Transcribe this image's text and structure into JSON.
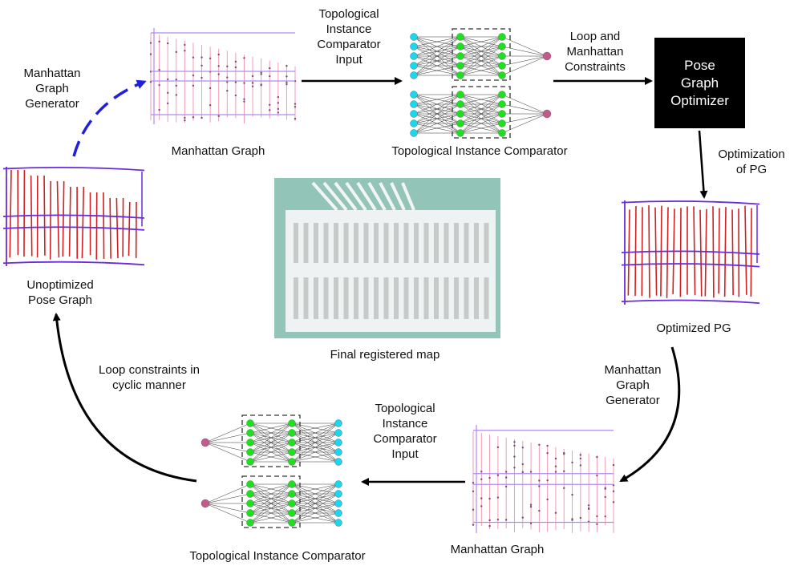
{
  "labels": {
    "mg_generator_top": [
      "Manhattan",
      "Graph",
      "Generator"
    ],
    "manhattan_graph_top": "Manhattan Graph",
    "tic_input_top": [
      "Topological",
      "Instance",
      "Comparator",
      "Input"
    ],
    "tic_top": "Topological Instance Comparator",
    "loop_manhattan": [
      "Loop and",
      "Manhattan",
      "Constraints"
    ],
    "pose_graph_optimizer": [
      "Pose",
      "Graph",
      "Optimizer"
    ],
    "optimization_of_pg": [
      "Optimization",
      "of PG"
    ],
    "optimized_pg": "Optimized PG",
    "unoptimized_pose_graph": [
      "Unoptimized",
      "Pose Graph"
    ],
    "final_map": "Final registered map",
    "mg_generator_right": [
      "Manhattan",
      "Graph",
      "Generator"
    ],
    "loop_cyclic": [
      "Loop constraints in",
      "cyclic manner"
    ],
    "tic_input_bottom": [
      "Topological",
      "Instance",
      "Comparator",
      "Input"
    ],
    "manhattan_graph_bottom": "Manhattan Graph",
    "tic_bottom": "Topological Instance Comparator"
  },
  "colors": {
    "arrow": "#000000",
    "dashed_arrow": "#1f1fe0",
    "pose_red": "#d22020",
    "pose_purple": "#6a2bd8",
    "mg_purple": "#b18af0",
    "mg_pink": "#f29bb3",
    "nn_input": "#1ad6ee",
    "nn_hidden": "#1fe01f",
    "nn_output": "#c45a8c",
    "map_bg": "#92c4b8",
    "map_fg": "#f4f4f4"
  }
}
